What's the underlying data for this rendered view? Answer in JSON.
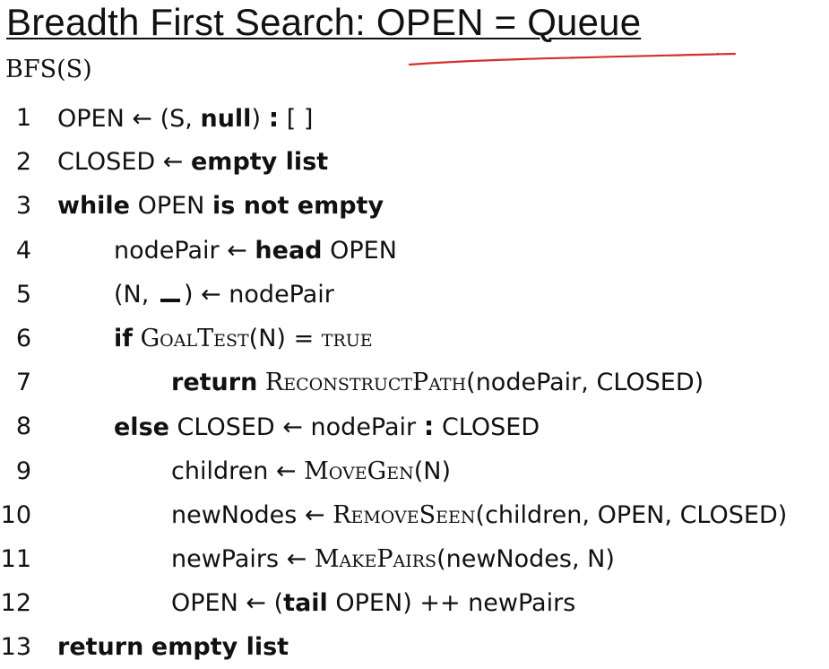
{
  "slide": {
    "title": "Breadth First Search: OPEN = Queue"
  },
  "signature": "BFS(S)",
  "tokens": {
    "arrow": "←",
    "cons": ":",
    "concat": "++",
    "open": "OPEN",
    "closed": "CLOSED",
    "node_pair": "nodePair",
    "n": "N",
    "kw_null": "null",
    "kw_empty_list": "empty list",
    "kw_while": "while",
    "kw_is_not_empty": "is not empty",
    "kw_head": "head",
    "kw_if": "if",
    "kw_return": "return",
    "kw_else": "else",
    "kw_tail": "tail",
    "fn_goal_test": "GoalTest",
    "fn_reconstruct_path": "ReconstructPath",
    "fn_move_gen": "MoveGen",
    "fn_remove_seen": "RemoveSeen",
    "fn_make_pairs": "MakePairs",
    "val_true": "true",
    "children": "children",
    "new_nodes": "newNodes",
    "new_pairs": "newPairs",
    "empty_brackets": "[ ]",
    "s": "S",
    "eq": "=",
    "lparen": "(",
    "rparen": ")",
    "comma": ","
  },
  "line_numbers": [
    "1",
    "2",
    "3",
    "4",
    "5",
    "6",
    "7",
    "8",
    "9",
    "10",
    "11",
    "12",
    "13"
  ],
  "colors": {
    "annotation": "#d32f2f",
    "text": "#111111"
  }
}
